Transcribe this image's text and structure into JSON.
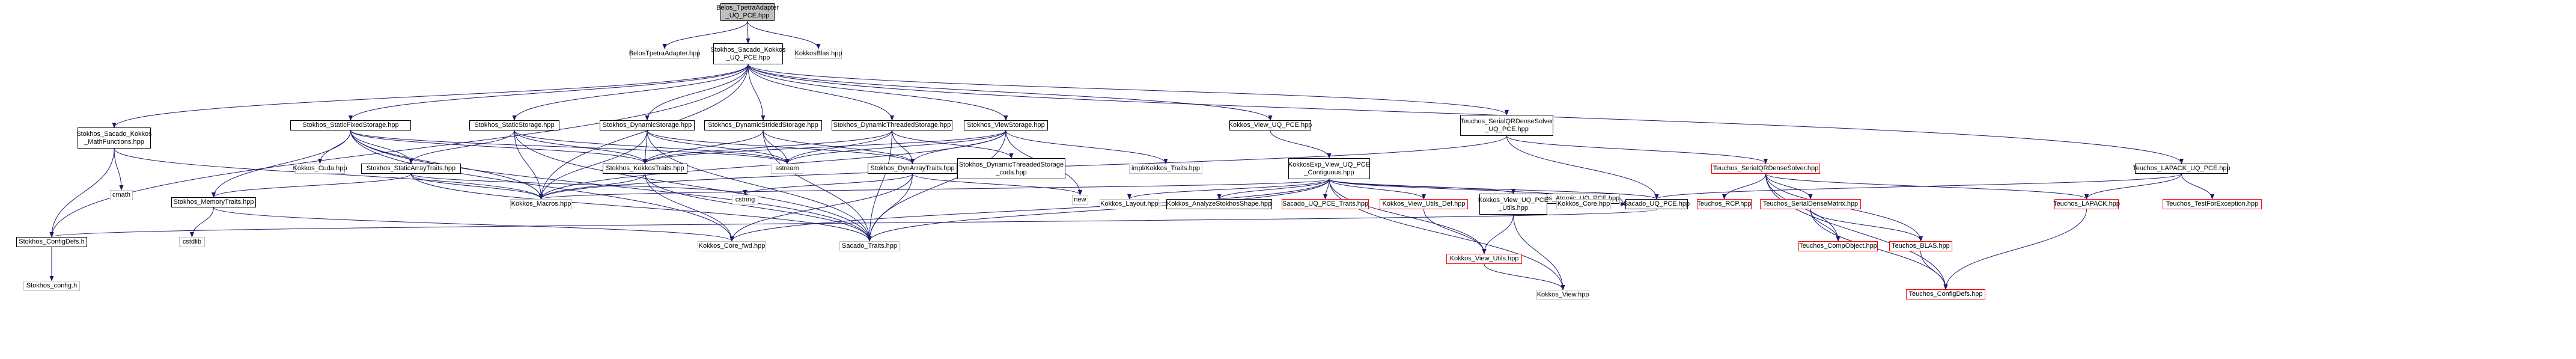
{
  "diagram": {
    "edge_color": "#191970",
    "nodes": {
      "root": {
        "label": "Belos_TpetraAdapter\n_UQ_PCE.hpp",
        "style": "root"
      },
      "belos_tpetra": {
        "label": "BelosTpetraAdapter.hpp",
        "style": "ghost"
      },
      "sacado_kokkos": {
        "label": "Stokhos_Sacado_Kokkos\n_UQ_PCE.hpp",
        "style": "normal"
      },
      "kokkos_blas": {
        "label": "KokkosBlas.hpp",
        "style": "ghost"
      },
      "math_functions": {
        "label": "Stokhos_Sacado_Kokkos\n_MathFunctions.hpp",
        "style": "normal"
      },
      "static_fixed": {
        "label": "Stokhos_StaticFixedStorage.hpp",
        "style": "normal"
      },
      "static_storage": {
        "label": "Stokhos_StaticStorage.hpp",
        "style": "normal"
      },
      "dynamic_storage": {
        "label": "Stokhos_DynamicStorage.hpp",
        "style": "normal"
      },
      "dynamic_strided": {
        "label": "Stokhos_DynamicStridedStorage.hpp",
        "style": "normal"
      },
      "dynamic_threaded": {
        "label": "Stokhos_DynamicThreadedStorage.hpp",
        "style": "normal"
      },
      "view_storage": {
        "label": "Stokhos_ViewStorage.hpp",
        "style": "normal"
      },
      "kokkos_view_uq": {
        "label": "Kokkos_View_UQ_PCE.hpp",
        "style": "normal"
      },
      "teuchos_serial_qr": {
        "label": "Teuchos_SerialQRDenseSolver\n_UQ_PCE.hpp",
        "style": "normal"
      },
      "kokkos_cuda": {
        "label": "Kokkos_Cuda.hpp",
        "style": "ghost"
      },
      "static_array_traits": {
        "label": "Stokhos_StaticArrayTraits.hpp",
        "style": "normal"
      },
      "kokkos_traits": {
        "label": "Stokhos_KokkosTraits.hpp",
        "style": "normal"
      },
      "sstream": {
        "label": "sstream",
        "style": "ghost"
      },
      "dyn_array_traits": {
        "label": "Stokhos_DynArrayTraits.hpp",
        "style": "normal"
      },
      "dyn_threaded_cuda": {
        "label": "Stokhos_DynamicThreadedStorage\n_cuda.hpp",
        "style": "normal"
      },
      "impl_kokkos_traits": {
        "label": "impl/Kokkos_Traits.hpp",
        "style": "ghost"
      },
      "kokkos_exp_view": {
        "label": "KokkosExp_View_UQ_PCE\n_Contiguous.hpp",
        "style": "normal"
      },
      "teuchos_serial_qr_solver": {
        "label": "Teuchos_SerialQRDenseSolver.hpp",
        "style": "red"
      },
      "teuchos_lapack_uq": {
        "label": "Teuchos_LAPACK_UQ_PCE.hpp",
        "style": "normal"
      },
      "kokkos_atomic": {
        "label": "Kokkos_Atomic_UQ_PCE.hpp",
        "style": "normal"
      },
      "cmath": {
        "label": "cmath",
        "style": "ghost"
      },
      "memory_traits": {
        "label": "Stokhos_MemoryTraits.hpp",
        "style": "normal"
      },
      "kokkos_macros": {
        "label": "Kokkos_Macros.hpp",
        "style": "ghost"
      },
      "cstring": {
        "label": "cstring",
        "style": "ghost"
      },
      "new": {
        "label": "new",
        "style": "ghost"
      },
      "kokkos_layout": {
        "label": "Kokkos_Layout.hpp",
        "style": "ghost"
      },
      "analyze_stokhos": {
        "label": "Kokkos_AnalyzeStokhosShape.hpp",
        "style": "normal"
      },
      "sacado_uq_traits": {
        "label": "Sacado_UQ_PCE_Traits.hpp",
        "style": "red"
      },
      "kokkos_view_utils_def": {
        "label": "Kokkos_View_Utils_Def.hpp",
        "style": "red"
      },
      "kokkos_view_uq_utils": {
        "label": "Kokkos_View_UQ_PCE\n_Utils.hpp",
        "style": "normal"
      },
      "kokkos_core": {
        "label": "Kokkos_Core.hpp",
        "style": "ghost"
      },
      "sacado_uq_pce": {
        "label": "Sacado_UQ_PCE.hpp",
        "style": "normal"
      },
      "teuchos_rcp": {
        "label": "Teuchos_RCP.hpp",
        "style": "red"
      },
      "teuchos_serial_dense_matrix": {
        "label": "Teuchos_SerialDenseMatrix.hpp",
        "style": "red"
      },
      "teuchos_lapack": {
        "label": "Teuchos_LAPACK.hpp",
        "style": "red"
      },
      "teuchos_test_for_exception": {
        "label": "Teuchos_TestForException.hpp",
        "style": "red"
      },
      "stokhos_config_defs": {
        "label": "Stokhos_ConfigDefs.h",
        "style": "normal"
      },
      "cstdlib": {
        "label": "cstdlib",
        "style": "ghost"
      },
      "kokkos_core_fwd": {
        "label": "Kokkos_Core_fwd.hpp",
        "style": "ghost"
      },
      "sacado_traits": {
        "label": "Sacado_Traits.hpp",
        "style": "ghost"
      },
      "kokkos_view_utils": {
        "label": "Kokkos_View_Utils.hpp",
        "style": "red"
      },
      "teuchos_comp_object": {
        "label": "Teuchos_CompObject.hpp",
        "style": "red"
      },
      "teuchos_blas": {
        "label": "Teuchos_BLAS.hpp",
        "style": "red"
      },
      "stokhos_config": {
        "label": "Stokhos_config.h",
        "style": "ghost"
      },
      "kokkos_view": {
        "label": "Kokkos_View.hpp",
        "style": "ghost"
      },
      "teuchos_config_defs": {
        "label": "Teuchos_ConfigDefs.hpp",
        "style": "red"
      }
    },
    "edges": [
      [
        "root",
        "belos_tpetra"
      ],
      [
        "root",
        "sacado_kokkos"
      ],
      [
        "root",
        "kokkos_blas"
      ],
      [
        "sacado_kokkos",
        "math_functions"
      ],
      [
        "sacado_kokkos",
        "static_fixed"
      ],
      [
        "sacado_kokkos",
        "static_storage"
      ],
      [
        "sacado_kokkos",
        "dynamic_storage"
      ],
      [
        "sacado_kokkos",
        "dynamic_strided"
      ],
      [
        "sacado_kokkos",
        "dynamic_threaded"
      ],
      [
        "sacado_kokkos",
        "view_storage"
      ],
      [
        "sacado_kokkos",
        "kokkos_view_uq"
      ],
      [
        "sacado_kokkos",
        "teuchos_serial_qr"
      ],
      [
        "sacado_kokkos",
        "teuchos_lapack_uq"
      ],
      [
        "sacado_kokkos",
        "stokhos_config_defs"
      ],
      [
        "sacado_kokkos",
        "kokkos_macros"
      ],
      [
        "math_functions",
        "cmath"
      ],
      [
        "math_functions",
        "kokkos_macros"
      ],
      [
        "math_functions",
        "stokhos_config_defs"
      ],
      [
        "static_fixed",
        "kokkos_cuda"
      ],
      [
        "static_fixed",
        "static_array_traits"
      ],
      [
        "static_fixed",
        "kokkos_traits"
      ],
      [
        "static_fixed",
        "sstream"
      ],
      [
        "static_fixed",
        "memory_traits"
      ],
      [
        "static_fixed",
        "kokkos_macros"
      ],
      [
        "static_fixed",
        "sacado_traits"
      ],
      [
        "static_fixed",
        "kokkos_core_fwd"
      ],
      [
        "static_storage",
        "static_array_traits"
      ],
      [
        "static_storage",
        "kokkos_traits"
      ],
      [
        "static_storage",
        "sstream"
      ],
      [
        "static_storage",
        "kokkos_macros"
      ],
      [
        "static_storage",
        "sacado_traits"
      ],
      [
        "dynamic_storage",
        "kokkos_traits"
      ],
      [
        "dynamic_storage",
        "sstream"
      ],
      [
        "dynamic_storage",
        "dyn_array_traits"
      ],
      [
        "dynamic_storage",
        "kokkos_macros"
      ],
      [
        "dynamic_storage",
        "sacado_traits"
      ],
      [
        "dynamic_strided",
        "kokkos_traits"
      ],
      [
        "dynamic_strided",
        "sstream"
      ],
      [
        "dynamic_strided",
        "dyn_array_traits"
      ],
      [
        "dynamic_strided",
        "sacado_traits"
      ],
      [
        "dynamic_threaded",
        "kokkos_traits"
      ],
      [
        "dynamic_threaded",
        "sstream"
      ],
      [
        "dynamic_threaded",
        "dyn_array_traits"
      ],
      [
        "dynamic_threaded",
        "dyn_threaded_cuda"
      ],
      [
        "dynamic_threaded",
        "sacado_traits"
      ],
      [
        "view_storage",
        "kokkos_traits"
      ],
      [
        "view_storage",
        "sstream"
      ],
      [
        "view_storage",
        "dyn_array_traits"
      ],
      [
        "view_storage",
        "impl_kokkos_traits"
      ],
      [
        "view_storage",
        "kokkos_macros"
      ],
      [
        "view_storage",
        "sacado_traits"
      ],
      [
        "view_storage",
        "new"
      ],
      [
        "kokkos_view_uq",
        "kokkos_exp_view"
      ],
      [
        "teuchos_serial_qr",
        "teuchos_serial_qr_solver"
      ],
      [
        "teuchos_serial_qr",
        "sacado_uq_pce"
      ],
      [
        "teuchos_serial_qr",
        "kokkos_macros"
      ],
      [
        "static_array_traits",
        "memory_traits"
      ],
      [
        "static_array_traits",
        "kokkos_macros"
      ],
      [
        "static_array_traits",
        "cstring"
      ],
      [
        "static_array_traits",
        "sacado_traits"
      ],
      [
        "kokkos_traits",
        "kokkos_macros"
      ],
      [
        "kokkos_traits",
        "kokkos_core_fwd"
      ],
      [
        "kokkos_traits",
        "sacado_traits"
      ],
      [
        "dyn_array_traits",
        "new"
      ],
      [
        "dyn_array_traits",
        "cstring"
      ],
      [
        "dyn_array_traits",
        "kokkos_core_fwd"
      ],
      [
        "dyn_array_traits",
        "sacado_traits"
      ],
      [
        "memory_traits",
        "cstdlib"
      ],
      [
        "memory_traits",
        "kokkos_core_fwd"
      ],
      [
        "kokkos_exp_view",
        "kokkos_layout"
      ],
      [
        "kokkos_exp_view",
        "analyze_stokhos"
      ],
      [
        "kokkos_exp_view",
        "sacado_uq_traits"
      ],
      [
        "kokkos_exp_view",
        "kokkos_view_utils_def"
      ],
      [
        "kokkos_exp_view",
        "kokkos_view_uq_utils"
      ],
      [
        "kokkos_exp_view",
        "kokkos_core"
      ],
      [
        "kokkos_exp_view",
        "sacado_uq_pce"
      ],
      [
        "kokkos_exp_view",
        "kokkos_view_utils"
      ],
      [
        "kokkos_exp_view",
        "kokkos_view"
      ],
      [
        "kokkos_exp_view",
        "sacado_traits"
      ],
      [
        "kokkos_exp_view",
        "kokkos_core_fwd"
      ],
      [
        "kokkos_exp_view",
        "kokkos_macros"
      ],
      [
        "kokkos_atomic",
        "sacado_uq_pce"
      ],
      [
        "kokkos_atomic",
        "kokkos_core"
      ],
      [
        "kokkos_view_uq_utils",
        "kokkos_view_utils"
      ],
      [
        "kokkos_view_uq_utils",
        "kokkos_view"
      ],
      [
        "kokkos_view_utils_def",
        "kokkos_view_utils"
      ],
      [
        "kokkos_view_utils",
        "kokkos_view"
      ],
      [
        "sacado_uq_pce",
        "stokhos_config_defs"
      ],
      [
        "teuchos_serial_qr_solver",
        "teuchos_rcp"
      ],
      [
        "teuchos_serial_qr_solver",
        "teuchos_serial_dense_matrix"
      ],
      [
        "teuchos_serial_qr_solver",
        "teuchos_lapack"
      ],
      [
        "teuchos_serial_qr_solver",
        "teuchos_blas"
      ],
      [
        "teuchos_serial_qr_solver",
        "teuchos_comp_object"
      ],
      [
        "teuchos_serial_qr_solver",
        "teuchos_config_defs"
      ],
      [
        "teuchos_lapack_uq",
        "teuchos_lapack"
      ],
      [
        "teuchos_lapack_uq",
        "teuchos_test_for_exception"
      ],
      [
        "teuchos_lapack_uq",
        "sacado_uq_pce"
      ],
      [
        "teuchos_serial_dense_matrix",
        "teuchos_comp_object"
      ],
      [
        "teuchos_serial_dense_matrix",
        "teuchos_blas"
      ],
      [
        "teuchos_serial_dense_matrix",
        "teuchos_config_defs"
      ],
      [
        "teuchos_lapack",
        "teuchos_config_defs"
      ],
      [
        "teuchos_blas",
        "teuchos_config_defs"
      ],
      [
        "stokhos_config_defs",
        "stokhos_config"
      ]
    ]
  }
}
